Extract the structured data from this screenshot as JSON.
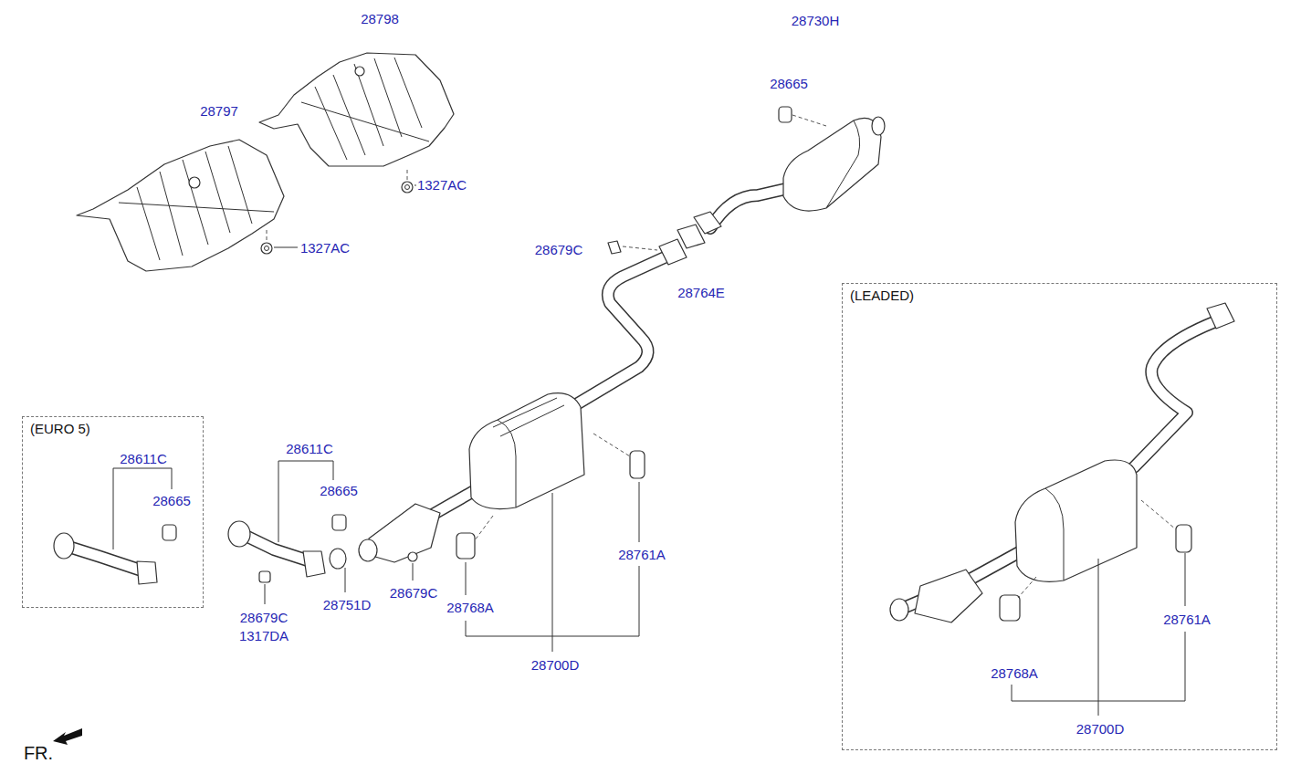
{
  "diagram": {
    "nodes": [
      {
        "text": [
          "(EURO 5)"
        ]
      },
      {
        "text": [
          "(LEADED)"
        ]
      }
    ],
    "labels": [
      "28798",
      "28730H",
      "28797",
      "28665",
      "1327AC",
      "1327AC",
      "28679C",
      "28764E",
      "28611C",
      "28665",
      "28611C",
      "28665",
      "28761A",
      "28679C",
      "1317DA",
      "28751D",
      "28679C",
      "28768A",
      "28700D",
      "28761A",
      "28768A",
      "28700D",
      "FR."
    ]
  }
}
